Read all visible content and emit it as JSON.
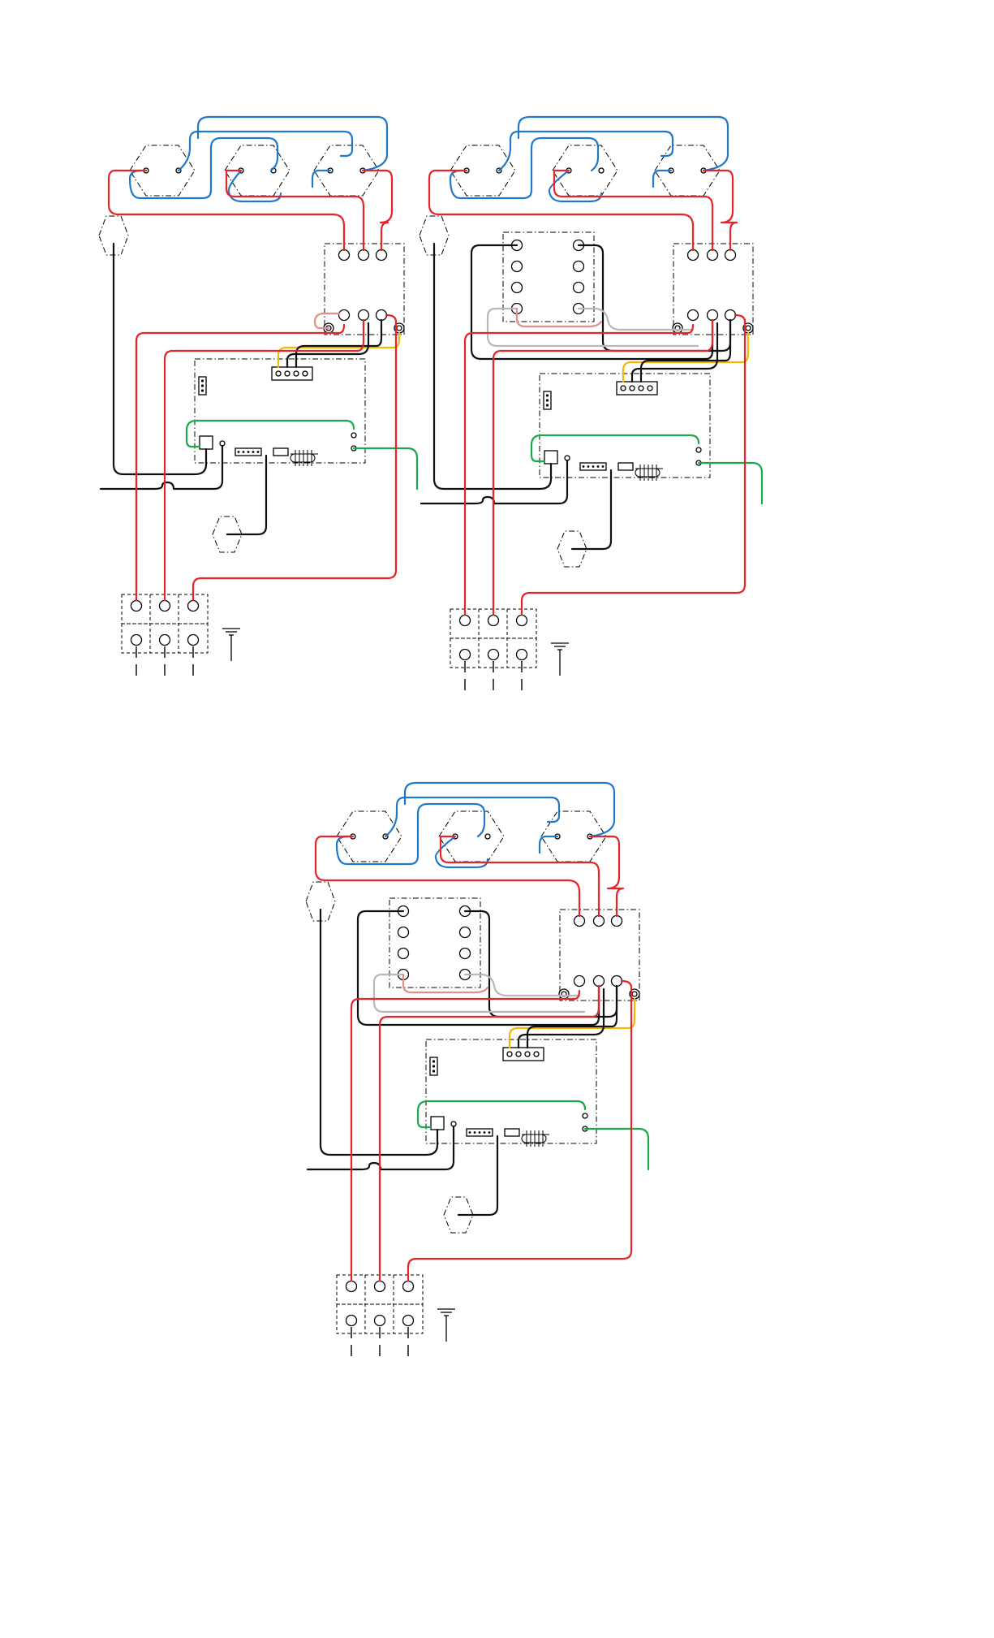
{
  "wire_colors": {
    "red": "#e8232a",
    "blue": "#1f78c8",
    "black": "#111111",
    "green": "#1aaa4b",
    "yellow": "#f5b800",
    "gray": "#b8b8b8",
    "pink": "#e38f86"
  },
  "diagrams": [
    {
      "id": "diagram-top-left",
      "variant": "without-capacitor-block"
    },
    {
      "id": "diagram-top-right",
      "variant": "with-capacitor-block"
    },
    {
      "id": "diagram-bottom-center",
      "variant": "with-capacitor-block"
    }
  ],
  "symbols": {
    "ground": "ground-symbol",
    "heating_element": "hexagon-element",
    "terminal": "terminal-circle"
  }
}
